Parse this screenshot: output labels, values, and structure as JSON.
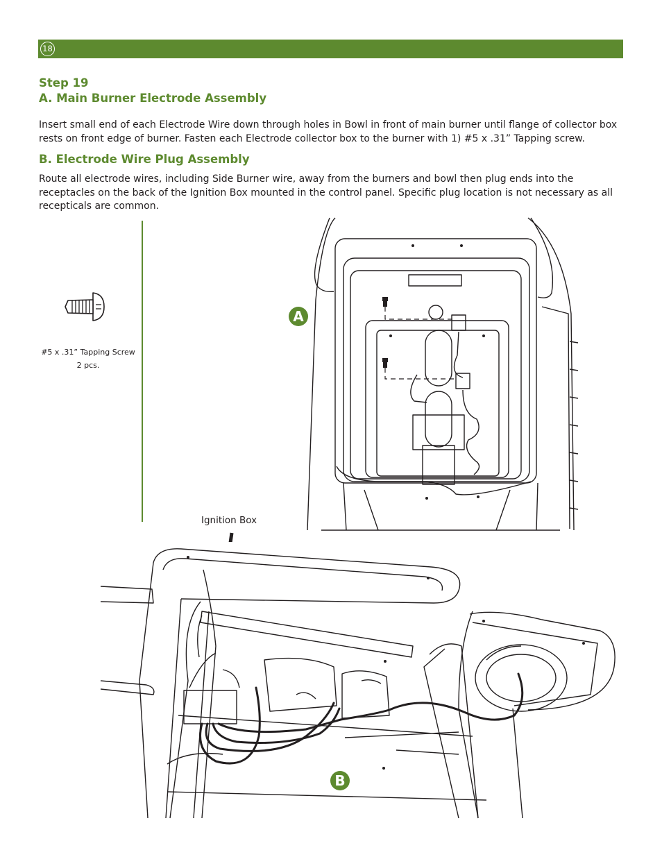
{
  "header": {
    "page_number": "18",
    "bar_color": "#5d8a2f"
  },
  "step": {
    "title": "Step 19",
    "section_a": {
      "heading": "A. Main Burner Electrode Assembly",
      "body": "Insert small end of each Electrode Wire down through holes in Bowl in front of main burner until flange of collector box rests on front edge of burner. Fasten each Electrode collector box to the burner with 1) #5 x .31” Tapping screw."
    },
    "section_b": {
      "heading": "B. Electrode Wire Plug Assembly",
      "body": "Route all electrode wires, including Side Burner wire, away from the burners and bowl then plug ends into the receptacles on the back of the Ignition Box mounted in the control panel. Specific plug location is not necessary as all recepticals are common."
    }
  },
  "parts": {
    "screw_label": "#5 x .31” Tapping Screw",
    "screw_qty": "2 pcs.",
    "icon": "tapping-screw-icon"
  },
  "figures": {
    "figure_a_badge": "A",
    "figure_b_badge": "B",
    "ignition_box_label": "Ignition Box",
    "accent_color": "#5d8a2f"
  }
}
